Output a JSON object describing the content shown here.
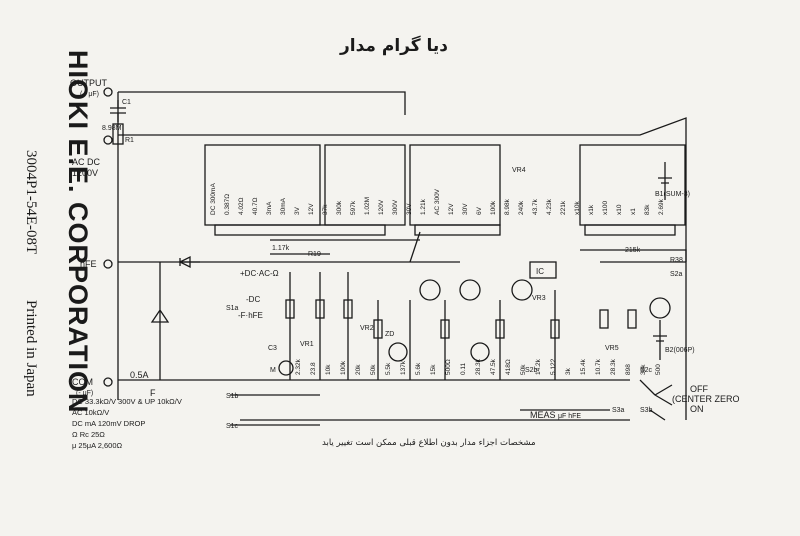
{
  "title": "دیا گرام مدار",
  "footnote": "مشخصات اجزاء مدار بدون اطلاع قبلی ممکن است تغییر یابد",
  "left_strip": {
    "brand": "HIOKI E.E. CORPORATION",
    "code": "3004P1-54E-08T",
    "printed": "Printed in Japan"
  },
  "terminals": {
    "output": "OUTPUT",
    "output_sub": "(+ μF)",
    "acdc": "AC DC",
    "acdc_v": "1200V",
    "hfe": "hFE",
    "com": "COM",
    "com_sub": "(- μF)",
    "osa": "0.5A",
    "f": "F"
  },
  "labels": {
    "c1": "C1",
    "r1": "R1",
    "r1val": "8.98M",
    "dc_ac": "+DC·AC-Ω",
    "dc": "-DC",
    "f_hfe": "-F·hFE",
    "s1a": "S1a",
    "s1b": "S1b",
    "s1c": "S1c",
    "s2a": "S2a",
    "s2b": "S2b",
    "s2c": "S2c",
    "s3a": "S3a",
    "s3b": "S3b",
    "off": "OFF",
    "center_zero": "(CENTER ZERO",
    "on": "ON",
    "meas": "MEAS",
    "meas_sub": "μF hFE",
    "ic": "IC",
    "vr4": "VR4",
    "vr3": "VR3",
    "vr5": "VR5",
    "vr1": "VR1",
    "vr2": "VR2",
    "zd": "ZD",
    "b1": "B1(SUM-3)",
    "b2": "B2(006P)",
    "r19": "R19",
    "r38": "R38",
    "v1_17k": "1.17k",
    "v215k": "215k",
    "m": "M",
    "c3": "C3"
  },
  "resistor_values": [
    "DC 300mA",
    "0.387Ω",
    "4.02Ω",
    "40.7Ω",
    "3mA",
    "30mA",
    "3V",
    "12V",
    "37k",
    "300k",
    "597k",
    "1.02M",
    "120V",
    "300V",
    "30V",
    "1.21k",
    "AC 300V",
    "12V",
    "30V",
    "6V",
    "100k",
    "8.98k",
    "240k",
    "43.7k",
    "4.23k",
    "221k",
    "x10k",
    "x1k",
    "x100",
    "x10",
    "x1",
    "83k",
    "2.69k",
    "2.32k",
    "23.8",
    "10k",
    "100k",
    "20k",
    "50k",
    "5.5k",
    "137k",
    "5.6k",
    "15k",
    "500Ω",
    "0.11",
    "28.3k",
    "47.5k",
    "418Ω",
    "50k",
    "14.2k",
    "5.122",
    "3k",
    "15.4k",
    "10.7k",
    "28.3k",
    "898",
    "30k",
    "500"
  ],
  "spec_lines": [
    "DC 33.3kΩ/V  300V & UP 10kΩ/V",
    "AC 10kΩ/V",
    "DC mA  120mV DROP",
    "Ω  Rc  25Ω",
    "μ 25μA 2,600Ω"
  ]
}
